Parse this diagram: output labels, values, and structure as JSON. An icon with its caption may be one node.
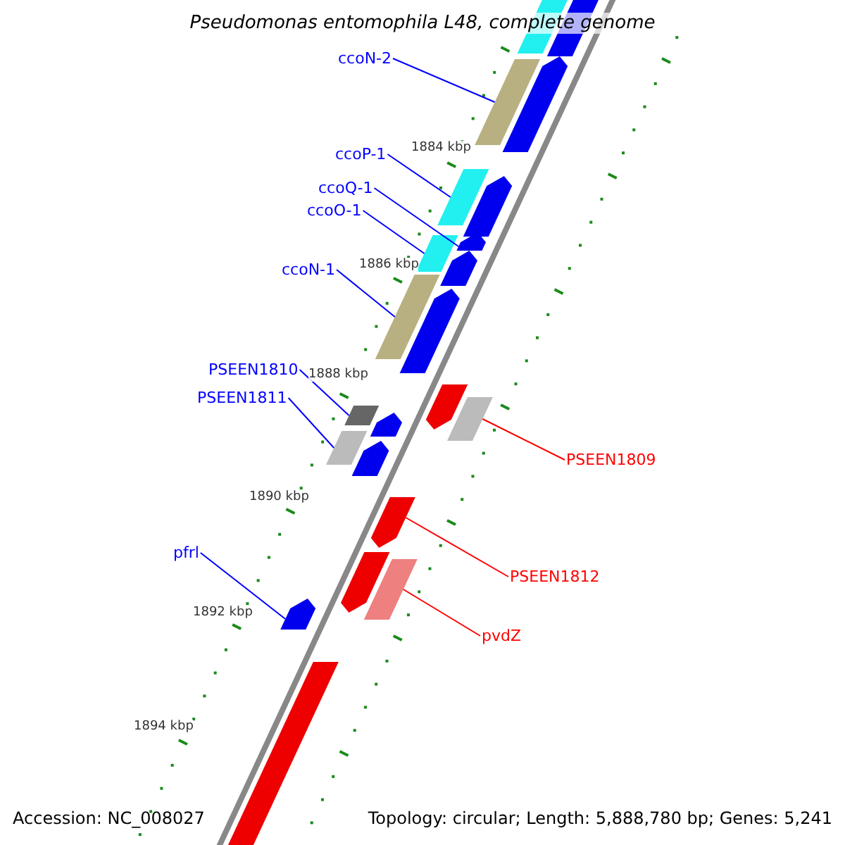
{
  "diagram": {
    "title": "Pseudomonas entomophila L48, complete genome",
    "nodes": [
      {
        "text": [
          "ccoN-2"
        ]
      },
      {
        "text": [
          "ccoP-1"
        ]
      },
      {
        "text": [
          "ccoQ-1"
        ]
      },
      {
        "text": [
          "ccoO-1"
        ]
      },
      {
        "text": [
          "ccoN-1"
        ]
      },
      {
        "text": [
          "PSEEN1810"
        ]
      },
      {
        "text": [
          "PSEEN1811"
        ]
      },
      {
        "text": [
          "PSEEN1809"
        ]
      },
      {
        "text": [
          "pfrl"
        ]
      },
      {
        "text": [
          "PSEEN1812"
        ]
      },
      {
        "text": [
          "pvdZ"
        ]
      },
      {
        "text": [],
        "shape": "bar"
      },
      {
        "text": [],
        "shape": "bar"
      },
      {
        "text": [],
        "shape": "bar"
      },
      {
        "text": [],
        "shape": "arrow"
      },
      {
        "text": [],
        "shape": "bar"
      },
      {
        "text": [],
        "shape": "arrow"
      },
      {
        "text": [],
        "shape": "bar"
      },
      {
        "text": [],
        "shape": "arrow"
      },
      {
        "text": [],
        "shape": "arrow"
      },
      {
        "text": [],
        "shape": "bar"
      },
      {
        "text": [],
        "shape": "arrow"
      },
      {
        "text": [],
        "shape": "arrow"
      },
      {
        "text": [],
        "shape": "bar"
      },
      {
        "text": [],
        "shape": "bar"
      },
      {
        "text": [],
        "shape": "arrow"
      },
      {
        "text": [],
        "shape": "bar"
      },
      {
        "text": [],
        "shape": "arrow"
      },
      {
        "text": [],
        "shape": "arrow"
      },
      {
        "text": [],
        "shape": "arrow"
      },
      {
        "text": [],
        "shape": "bar"
      },
      {
        "text": [],
        "shape": "arrow"
      },
      {
        "text": [],
        "shape": "bar"
      }
    ],
    "edges": [
      {
        "from": 0,
        "to": 13,
        "arrow": "none"
      },
      {
        "from": 1,
        "to": 15,
        "arrow": "none"
      },
      {
        "from": 2,
        "to": 18,
        "arrow": "none"
      },
      {
        "from": 3,
        "to": 17,
        "arrow": "none"
      },
      {
        "from": 4,
        "to": 20,
        "arrow": "none"
      },
      {
        "from": 5,
        "to": 24,
        "arrow": "none"
      },
      {
        "from": 6,
        "to": 26,
        "arrow": "none"
      },
      {
        "from": 7,
        "to": 23,
        "arrow": "none",
        "color": "#ff0000"
      },
      {
        "from": 8,
        "to": 31,
        "arrow": "none"
      },
      {
        "from": 9,
        "to": 28,
        "arrow": "none",
        "color": "#ff0000"
      },
      {
        "from": 10,
        "to": 30,
        "arrow": "none",
        "color": "#ff0000"
      }
    ],
    "labels": [
      "1884 kbp",
      "1886 kbp",
      "1888 kbp",
      "1890 kbp",
      "1892 kbp",
      "1894 kbp",
      "Accession: NC_008027",
      "Topology: circular; Length: 5,888,780 bp; Genes: 5,241"
    ]
  }
}
